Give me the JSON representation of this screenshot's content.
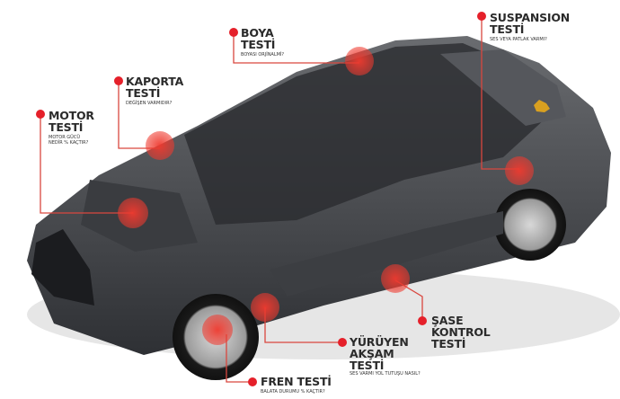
{
  "labels": {
    "boya": {
      "title1": "BOYA",
      "title2": "TESTİ",
      "sub": "BOYASI ORJİNALMİ?"
    },
    "kaporta": {
      "title1": "KAPORTA",
      "title2": "TESTİ",
      "sub": "DEĞİŞEN VARMIDIR?"
    },
    "motor": {
      "title1": "MOTOR",
      "title2": "TESTİ",
      "sub1": "MOTOR GÜCÜ",
      "sub2": "NEDİR % KAÇTIR?"
    },
    "suspansion": {
      "title1": "SUSPANSION",
      "title2": "TESTİ",
      "sub": "SES VEYA PATLAK VARMI?"
    },
    "sase": {
      "title1": "ŞASE",
      "title2": "KONTROL",
      "title3": "TESTİ"
    },
    "yuruyen": {
      "title1": "YÜRÜYEN",
      "title2": "AKŞAM",
      "title3": "TESTİ",
      "sub": "SES VARMI YOL TUTUŞU NASIL?"
    },
    "fren": {
      "title1": "FREN TESTİ",
      "sub": "BALATA DURUMU % KAÇTIR?"
    }
  },
  "colors": {
    "accent": "#e5202a",
    "car_body": "#4a4c50",
    "line": "#d9473f"
  }
}
